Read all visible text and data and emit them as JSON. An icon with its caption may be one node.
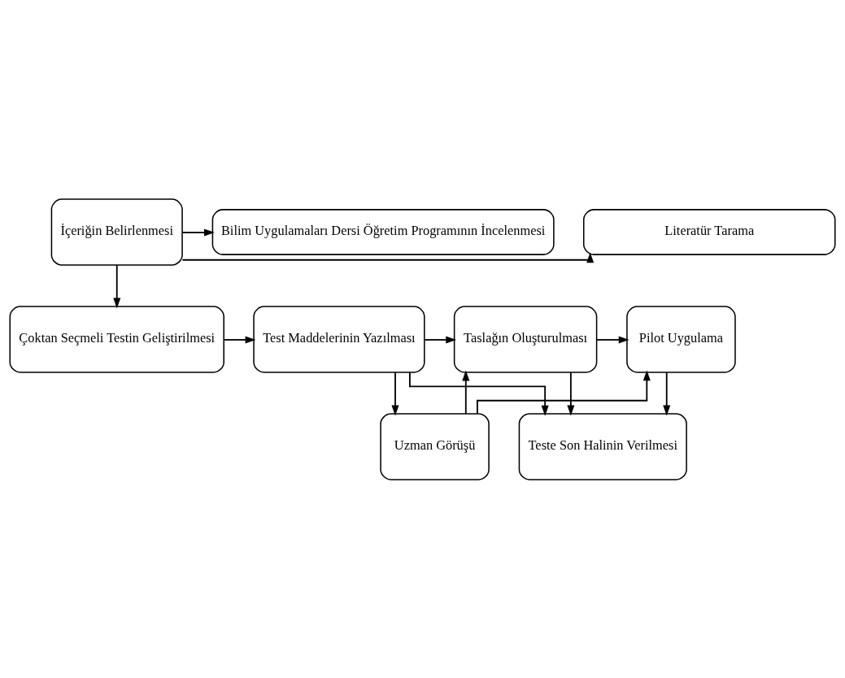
{
  "diagram": {
    "nodes": [
      {
        "text": [
          "İçeriğin Belirlenmesi"
        ]
      },
      {
        "text": [
          "Bilim Uygulamaları Dersi Öğretim Programının İncelenmesi"
        ]
      },
      {
        "text": [
          "Literatür Tarama"
        ]
      },
      {
        "text": [
          "Uzman Görüşü"
        ]
      },
      {
        "text": [
          "Çoktan Seçmeli Testin Geliştirilmesi"
        ]
      },
      {
        "text": [
          "Test Maddelerinin Yazılması"
        ]
      },
      {
        "text": [
          "Taslağın Oluşturulması"
        ]
      },
      {
        "text": [
          "Pilot Uygulama"
        ]
      },
      {
        "text": [
          "Teste Son Halinin Verilmesi"
        ]
      }
    ],
    "edges": [
      {
        "from": 0,
        "to": 1,
        "arrow": "to"
      },
      {
        "from": 0,
        "to": 2,
        "arrow": "to"
      },
      {
        "from": 0,
        "to": 4,
        "arrow": "to"
      },
      {
        "from": 4,
        "to": 5,
        "arrow": "to"
      },
      {
        "from": 5,
        "to": 3,
        "arrow": "to"
      },
      {
        "from": 3,
        "to": 6,
        "arrow": "to"
      },
      {
        "from": 3,
        "to": 7,
        "arrow": "to"
      },
      {
        "from": 5,
        "to": 6,
        "arrow": "to"
      },
      {
        "from": 6,
        "to": 7,
        "arrow": "to"
      },
      {
        "from": 6,
        "to": 8,
        "arrow": "to"
      },
      {
        "from": 5,
        "to": 8,
        "arrow": "to"
      },
      {
        "from": 7,
        "to": 8,
        "arrow": "to"
      }
    ]
  }
}
